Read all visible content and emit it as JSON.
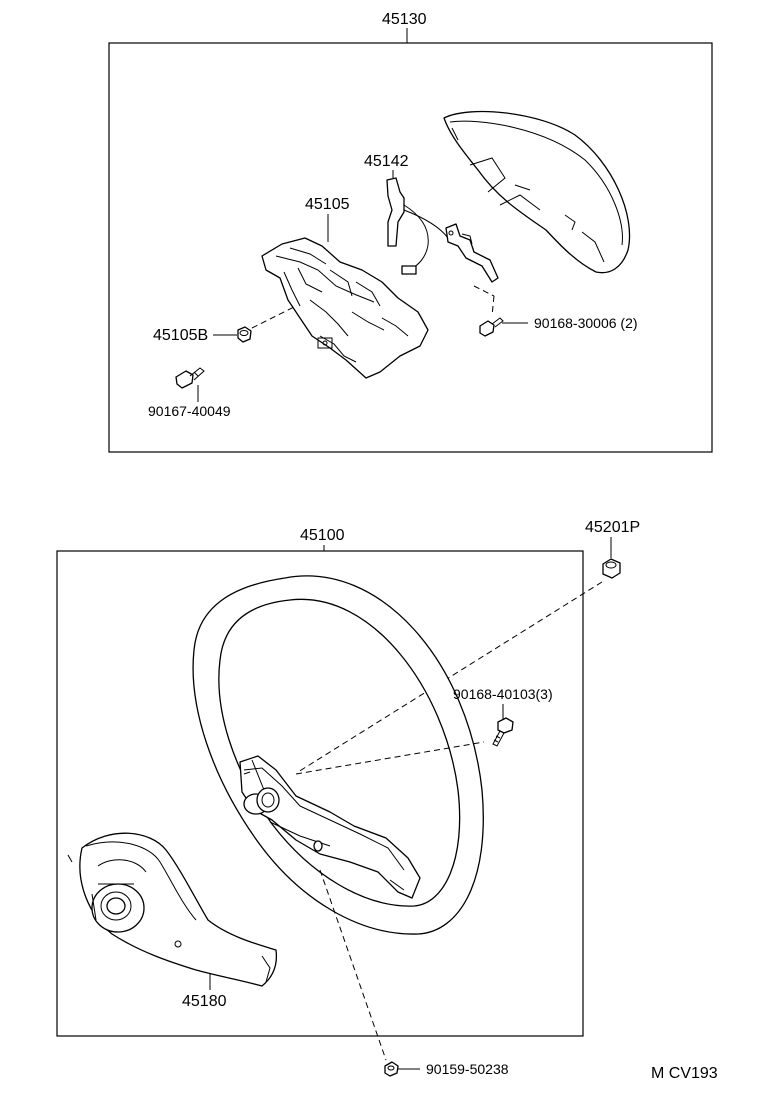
{
  "labels": {
    "assy_45130": "45130",
    "part_45142": "45142",
    "part_45105": "45105",
    "part_45105B": "45105B",
    "screw_90168_30006": "90168-30006 (2)",
    "bolt_90167_40049": "90167-40049",
    "assy_45100": "45100",
    "nut_45201P": "45201P",
    "screw_90168_40103": "90168-40103(3)",
    "pad_45180": "45180",
    "screw_90159_50238": "90159-50238",
    "drawing_code": "M CV193"
  },
  "icons": {
    "bolt": "bolt-icon",
    "nut": "nut-icon",
    "screw": "screw-icon"
  }
}
